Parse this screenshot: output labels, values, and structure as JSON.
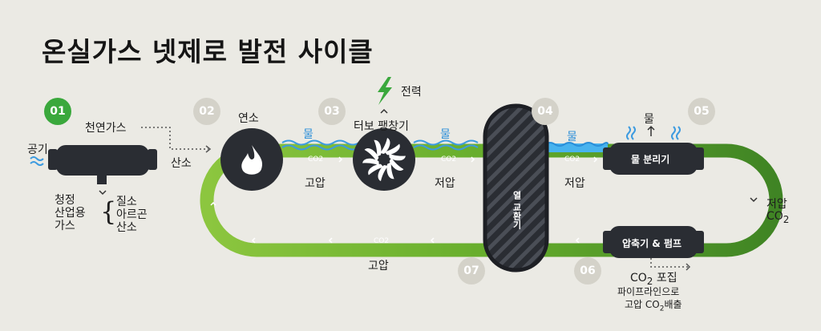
{
  "title": "온실가스 넷제로 발전 사이클",
  "steps": [
    "01",
    "02",
    "03",
    "04",
    "05",
    "06",
    "07"
  ],
  "labels": {
    "natural_gas": "천연가스",
    "air": "공기",
    "oxygen": "산소",
    "combustion": "연소",
    "water": "물",
    "turbine": "터보 팽창기",
    "power": "전력",
    "high_pressure": "고압",
    "low_pressure": "저압",
    "heat_exchanger": "열 교환기",
    "water_separator": "물 분리기",
    "compressor_pump": "압축기 & 펌프",
    "co2": "CO",
    "co2_sub": "2",
    "co2_capture": "포집",
    "pipeline_line": "파이프라인으로",
    "emission_prefix": "고압",
    "emission_suffix": "배출",
    "asu_outputs": [
      "청정",
      "산업용",
      "가스"
    ],
    "asu_gases": [
      "질소",
      "아르곤",
      "산소"
    ]
  },
  "colors": {
    "pipe_green": "#6fb52c",
    "pipe_dark": "#2e6b1e",
    "step_active": "#3aa83c",
    "step_inactive": "#d4d2c9",
    "water_blue": "#2b8fd9",
    "equipment": "#2a2d33"
  },
  "icons": [
    "flame-icon",
    "turbine-icon",
    "lightning-icon",
    "steam-icon",
    "chevron-icon",
    "wave-icon"
  ]
}
